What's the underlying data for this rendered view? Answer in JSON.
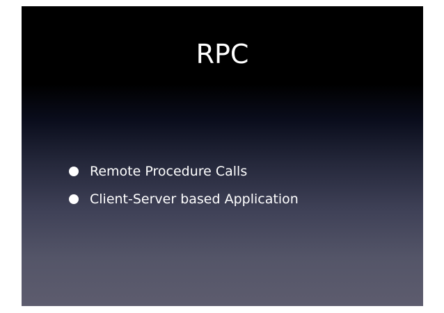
{
  "slide": {
    "title": "RPC",
    "bullets": [
      "Remote Procedure Calls",
      "Client-Server based Application"
    ]
  }
}
